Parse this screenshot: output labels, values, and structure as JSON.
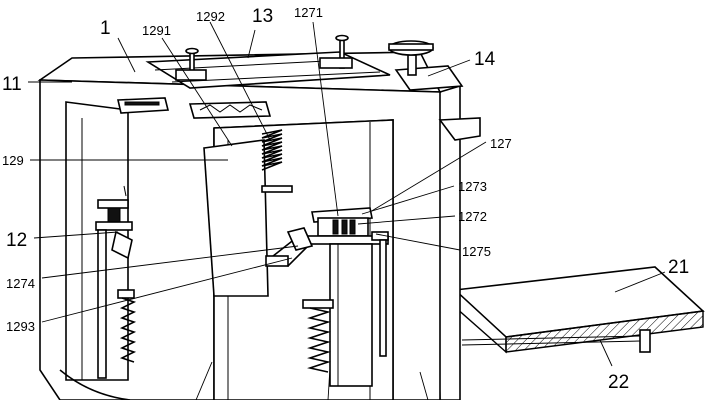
{
  "labels": {
    "l1": "1",
    "l11": "11",
    "l1291": "1291",
    "l1292": "1292",
    "l13": "13",
    "l1271": "1271",
    "l14": "14",
    "l129": "129",
    "l127": "127",
    "l1273": "1273",
    "l1272": "1272",
    "l12": "12",
    "l1275": "1275",
    "l1274": "1274",
    "l21": "21",
    "l1293": "1293",
    "l22": "22"
  }
}
